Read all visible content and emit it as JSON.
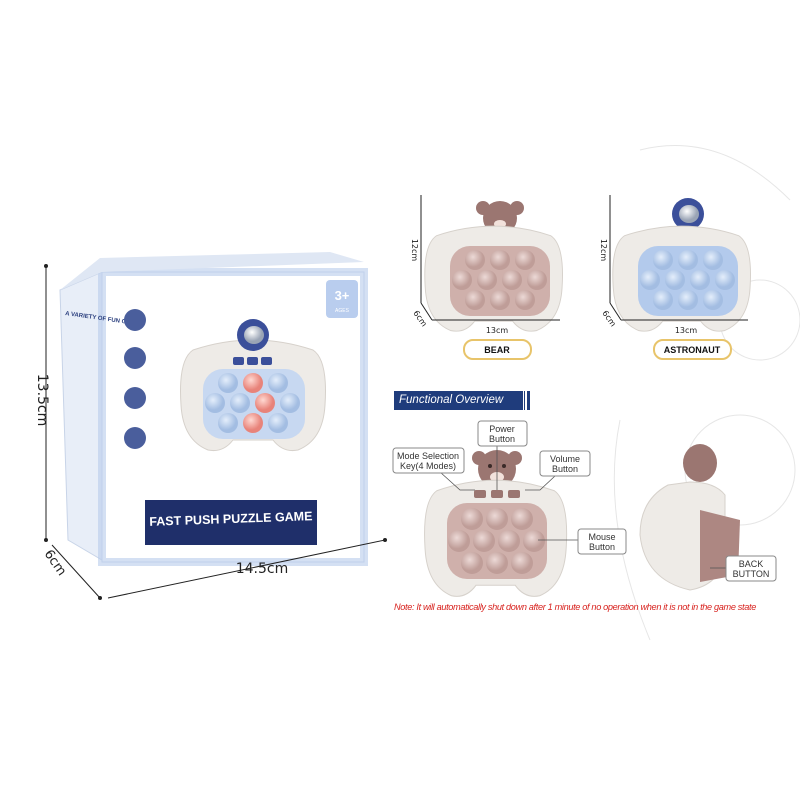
{
  "box": {
    "dimensions": {
      "height": "13.5cm",
      "depth": "6cm",
      "width": "14.5cm"
    },
    "title": "FAST PUSH PUZZLE GAME",
    "side_heading": "A VARIETY OF FUN GAMES",
    "age_badge": {
      "value": "3+",
      "label": "AGES"
    }
  },
  "variants": [
    {
      "name": "BEAR",
      "height": "12cm",
      "depth": "6cm",
      "width": "13cm",
      "color": "#c9a8a3"
    },
    {
      "name": "ASTRONAUT",
      "height": "12cm",
      "depth": "6cm",
      "width": "13cm",
      "color": "#a9c3e8"
    }
  ],
  "overview": {
    "title": "Functional Overview",
    "callouts": {
      "power": [
        "Power",
        "Button"
      ],
      "mode": [
        "Mode Selection",
        "Key(4 Modes)"
      ],
      "volume": [
        "Volume",
        "Button"
      ],
      "mouse": [
        "Mouse",
        "Button"
      ],
      "back": [
        "BACK",
        "BUTTON"
      ]
    },
    "note": "Note: It will automatically shut down after 1 minute of no operation when it is not in the game state"
  },
  "colors": {
    "navy": "#1f3c7c",
    "note_red": "#d8231f",
    "pill_border": "#e8c46a"
  }
}
